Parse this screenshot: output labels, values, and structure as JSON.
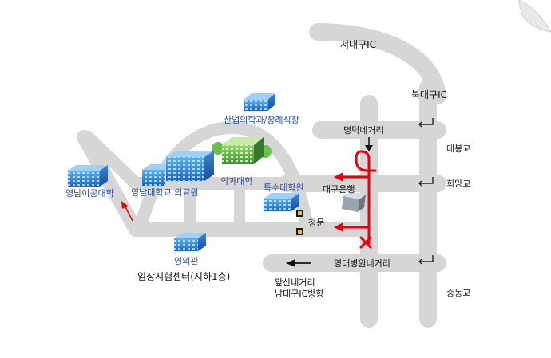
{
  "map": {
    "ic_labels": {
      "seodaegu_ic": "서대구IC",
      "bukdaegu_ic": "북대구IC"
    },
    "intersections": {
      "myeongdeok": "명덕네거리",
      "hospital": "영대병원네거리"
    },
    "street_labels": {
      "daebong": "대봉교",
      "huimang": "희망교",
      "jungdong": "중동교"
    },
    "buildings": {
      "industrial_medicine": "산업의학과/장례식장",
      "medical_college": "의과대학",
      "special_college": "특수대학원",
      "university_hospital": "영남대학교 의료원",
      "science_college": "영남이공대학",
      "daegu_bank": "대구은행",
      "main_gate": "정문",
      "annex": "영의관",
      "clinical_center": "임상시험센터(지하1층)"
    },
    "direction": {
      "line1": "앞산네거리",
      "line2": "남대구IC방향"
    },
    "colors": {
      "road": "#d6d6d6",
      "route": "#e60012",
      "building_blue": "#2f7fd6",
      "building_green": "#5aa84a",
      "label_blue": "#2a4f9e"
    }
  }
}
